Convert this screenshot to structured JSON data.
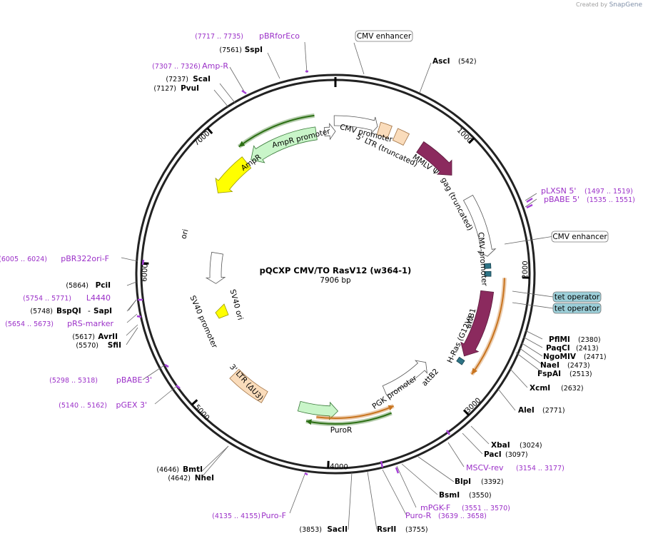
{
  "watermark": {
    "created_by": "Created by",
    "brand": "SnapGene"
  },
  "plasmid": {
    "name": "pQCXP CMV/TO RasV12 (w364-1)",
    "length": "7906 bp",
    "bp": 7906
  },
  "ticks": [
    "1000",
    "2000",
    "3000",
    "4000",
    "5000",
    "6000",
    "7000"
  ],
  "colors": {
    "backbone": "#222222",
    "enzyme_label": "#000000",
    "primer_label": "#9b30c8",
    "primer_mark": "#a640d8",
    "leader_line": "#555555",
    "cds_magenta": "#8b2a5e",
    "promoter": "#ffffff",
    "ltr": "#fadcbb",
    "ori": "#ffff00",
    "resistance": "#c9f5c9",
    "tet_operator": "#2e7385",
    "callout_tet_bg": "#9ccfd9",
    "orf_green": "#2c6f14",
    "orf_orange": "#c8741f"
  },
  "features": [
    {
      "id": "cmv-promoter-1",
      "label": "CMV promoter",
      "kind": "promoter"
    },
    {
      "id": "ltr-5",
      "label": "5' LTR (truncated)",
      "kind": "ltr"
    },
    {
      "id": "mmlv-psi",
      "label": "MMLV Ψ",
      "kind": "ltr"
    },
    {
      "id": "gag",
      "label": "gag (truncated)",
      "kind": "cds"
    },
    {
      "id": "cmv-promoter-2",
      "label": "CMV promoter",
      "kind": "promoter"
    },
    {
      "id": "attb1",
      "label": "attB1",
      "kind": "site"
    },
    {
      "id": "hras",
      "label": "H-Ras (G12V)",
      "kind": "cds"
    },
    {
      "id": "attb2",
      "label": "attB2",
      "kind": "site"
    },
    {
      "id": "pgk-promoter",
      "label": "PGK promoter",
      "kind": "promoter"
    },
    {
      "id": "puror",
      "label": "PuroR",
      "kind": "resistance"
    },
    {
      "id": "ltr-3",
      "label": "3' LTR (ΔU3)",
      "kind": "ltr"
    },
    {
      "id": "sv40-promoter",
      "label": "SV40 promoter",
      "kind": "promoter"
    },
    {
      "id": "sv40-ori",
      "label": "SV40 ori",
      "kind": "ori"
    },
    {
      "id": "ori",
      "label": "ori",
      "kind": "ori"
    },
    {
      "id": "ampr",
      "label": "AmpR",
      "kind": "resistance"
    },
    {
      "id": "ampr-promoter",
      "label": "AmpR promoter",
      "kind": "promoter"
    }
  ],
  "callouts": [
    {
      "id": "cmv-enhancer-1",
      "label": "CMV enhancer",
      "style": "plain"
    },
    {
      "id": "cmv-enhancer-2",
      "label": "CMV enhancer",
      "style": "plain"
    },
    {
      "id": "tet-operator-1",
      "label": "tet operator",
      "style": "tet"
    },
    {
      "id": "tet-operator-2",
      "label": "tet operator",
      "style": "tet"
    }
  ],
  "sites": [
    {
      "id": "asci",
      "name": "AscI",
      "pos": "(542)",
      "type": "enzyme"
    },
    {
      "id": "plxsn5",
      "name": "pLXSN 5'",
      "pos": "(1497 .. 1519)",
      "type": "primer"
    },
    {
      "id": "pbabe5",
      "name": "pBABE 5'",
      "pos": "(1535 .. 1551)",
      "type": "primer"
    },
    {
      "id": "pflmi",
      "name": "PflMI",
      "pos": "(2380)",
      "type": "enzyme"
    },
    {
      "id": "paqci",
      "name": "PaqCI",
      "pos": "(2413)",
      "type": "enzyme"
    },
    {
      "id": "ngomiv",
      "name": "NgoMIV",
      "pos": "(2471)",
      "type": "enzyme"
    },
    {
      "id": "naei",
      "name": "NaeI",
      "pos": "(2473)",
      "type": "enzyme"
    },
    {
      "id": "fspai",
      "name": "FspAI",
      "pos": "(2513)",
      "type": "enzyme"
    },
    {
      "id": "xcmi",
      "name": "XcmI",
      "pos": "(2632)",
      "type": "enzyme"
    },
    {
      "id": "alei",
      "name": "AleI",
      "pos": "(2771)",
      "type": "enzyme"
    },
    {
      "id": "xbai",
      "name": "XbaI",
      "pos": "(3024)",
      "type": "enzyme"
    },
    {
      "id": "paci",
      "name": "PacI",
      "pos": "(3097)",
      "type": "enzyme"
    },
    {
      "id": "mscv-rev",
      "name": "MSCV-rev",
      "pos": "(3154 .. 3177)",
      "type": "primer"
    },
    {
      "id": "blpi",
      "name": "BlpI",
      "pos": "(3392)",
      "type": "enzyme"
    },
    {
      "id": "bsmi",
      "name": "BsmI",
      "pos": "(3550)",
      "type": "enzyme"
    },
    {
      "id": "mpgk-f",
      "name": "mPGK-F",
      "pos": "(3551 .. 3570)",
      "type": "primer"
    },
    {
      "id": "puro-r",
      "name": "Puro-R",
      "pos": "(3639 .. 3658)",
      "type": "primer"
    },
    {
      "id": "rsrii",
      "name": "RsrII",
      "pos": "(3755)",
      "type": "enzyme"
    },
    {
      "id": "sacii",
      "name": "SacII",
      "pos": "(3853)",
      "type": "enzyme"
    },
    {
      "id": "puro-f",
      "name": "Puro-F",
      "pos": "(4135 .. 4155)",
      "type": "primer"
    },
    {
      "id": "nhei",
      "name": "NheI",
      "pos": "(4642)",
      "type": "enzyme"
    },
    {
      "id": "bmti",
      "name": "BmtI",
      "pos": "(4646)",
      "type": "enzyme"
    },
    {
      "id": "pgex3",
      "name": "pGEX 3'",
      "pos": "(5140 .. 5162)",
      "type": "primer"
    },
    {
      "id": "pbabe3",
      "name": "pBABE 3'",
      "pos": "(5298 .. 5318)",
      "type": "primer"
    },
    {
      "id": "sfii",
      "name": "SfiI",
      "pos": "(5570)",
      "type": "enzyme"
    },
    {
      "id": "avrii",
      "name": "AvrII",
      "pos": "(5617)",
      "type": "enzyme"
    },
    {
      "id": "prs-marker",
      "name": "pRS-marker",
      "pos": "(5654 .. 5673)",
      "type": "primer"
    },
    {
      "id": "bspqi",
      "name": "BspQI",
      "name2": "SapI",
      "sep": "-",
      "pos": "(5748)",
      "type": "enzyme"
    },
    {
      "id": "l4440",
      "name": "L4440",
      "pos": "(5754 .. 5771)",
      "type": "primer"
    },
    {
      "id": "pcii",
      "name": "PciI",
      "pos": "(5864)",
      "type": "enzyme"
    },
    {
      "id": "pbr322ori-f",
      "name": "pBR322ori-F",
      "pos": "(6005 .. 6024)",
      "type": "primer"
    },
    {
      "id": "pvui",
      "name": "PvuI",
      "pos": "(7127)",
      "type": "enzyme"
    },
    {
      "id": "scai",
      "name": "ScaI",
      "pos": "(7237)",
      "type": "enzyme"
    },
    {
      "id": "amp-r",
      "name": "Amp-R",
      "pos": "(7307 .. 7326)",
      "type": "primer"
    },
    {
      "id": "sspi",
      "name": "SspI",
      "pos": "(7561)",
      "type": "enzyme"
    },
    {
      "id": "pbrforeco",
      "name": "pBRforEco",
      "pos": "(7717 .. 7735)",
      "type": "primer"
    }
  ]
}
